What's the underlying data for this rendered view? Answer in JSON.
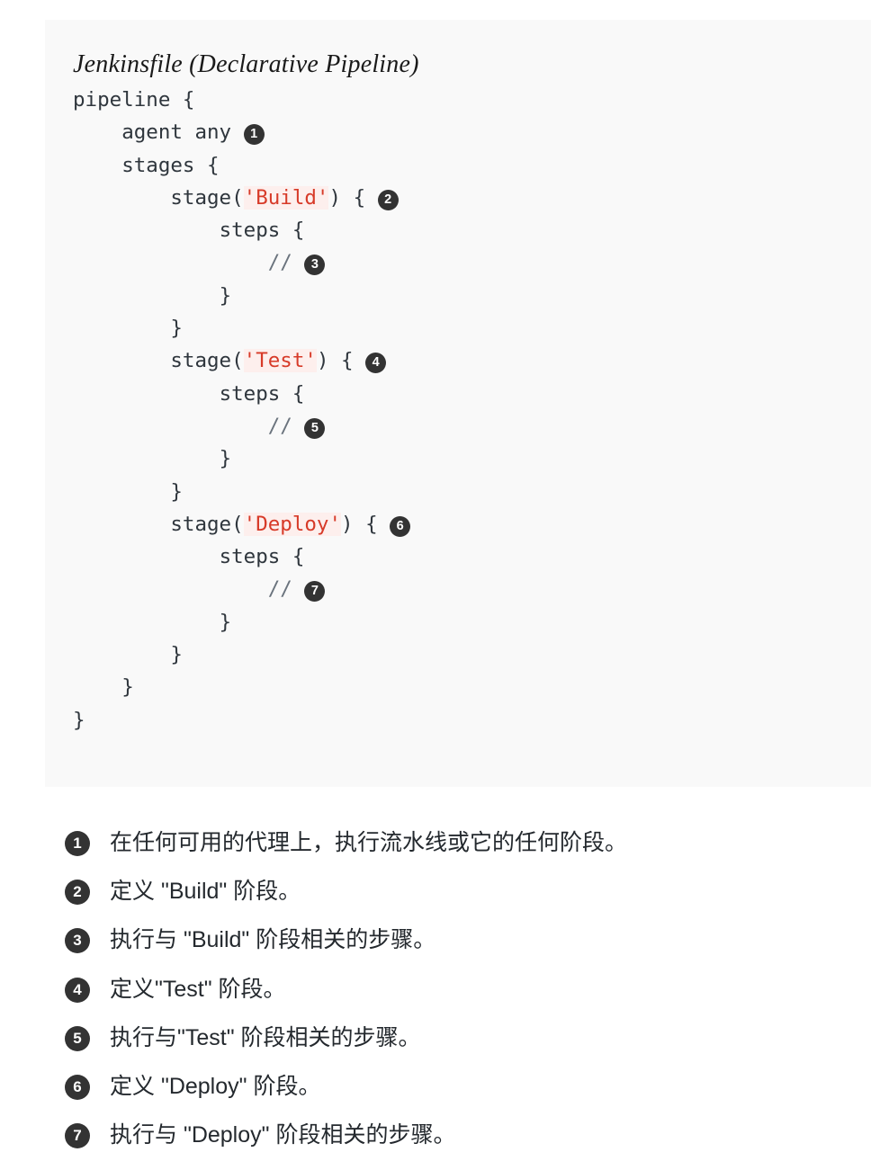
{
  "code_block": {
    "title": "Jenkinsfile (Declarative Pipeline)",
    "background_color": "#f9f9f9",
    "text_color": "#2f363d",
    "string_color": "#d73a28",
    "string_background": "#fdefed",
    "comment_color": "#6a737d",
    "badge_color": "#333333",
    "lines": [
      {
        "indent": 0,
        "parts": [
          {
            "t": "code",
            "v": "pipeline {"
          }
        ]
      },
      {
        "indent": 1,
        "parts": [
          {
            "t": "code",
            "v": "agent any "
          },
          {
            "t": "badge",
            "v": "1"
          }
        ]
      },
      {
        "indent": 1,
        "parts": [
          {
            "t": "code",
            "v": "stages {"
          }
        ]
      },
      {
        "indent": 2,
        "parts": [
          {
            "t": "code",
            "v": "stage("
          },
          {
            "t": "string",
            "v": "'Build'"
          },
          {
            "t": "code",
            "v": ") { "
          },
          {
            "t": "badge",
            "v": "2"
          }
        ]
      },
      {
        "indent": 3,
        "parts": [
          {
            "t": "code",
            "v": "steps {"
          }
        ]
      },
      {
        "indent": 4,
        "parts": [
          {
            "t": "comment",
            "v": "// "
          },
          {
            "t": "badge",
            "v": "3"
          }
        ]
      },
      {
        "indent": 3,
        "parts": [
          {
            "t": "code",
            "v": "}"
          }
        ]
      },
      {
        "indent": 2,
        "parts": [
          {
            "t": "code",
            "v": "}"
          }
        ]
      },
      {
        "indent": 2,
        "parts": [
          {
            "t": "code",
            "v": "stage("
          },
          {
            "t": "string",
            "v": "'Test'"
          },
          {
            "t": "code",
            "v": ") { "
          },
          {
            "t": "badge",
            "v": "4"
          }
        ]
      },
      {
        "indent": 3,
        "parts": [
          {
            "t": "code",
            "v": "steps {"
          }
        ]
      },
      {
        "indent": 4,
        "parts": [
          {
            "t": "comment",
            "v": "// "
          },
          {
            "t": "badge",
            "v": "5"
          }
        ]
      },
      {
        "indent": 3,
        "parts": [
          {
            "t": "code",
            "v": "}"
          }
        ]
      },
      {
        "indent": 2,
        "parts": [
          {
            "t": "code",
            "v": "}"
          }
        ]
      },
      {
        "indent": 2,
        "parts": [
          {
            "t": "code",
            "v": "stage("
          },
          {
            "t": "string",
            "v": "'Deploy'"
          },
          {
            "t": "code",
            "v": ") { "
          },
          {
            "t": "badge",
            "v": "6"
          }
        ]
      },
      {
        "indent": 3,
        "parts": [
          {
            "t": "code",
            "v": "steps {"
          }
        ]
      },
      {
        "indent": 4,
        "parts": [
          {
            "t": "comment",
            "v": "// "
          },
          {
            "t": "badge",
            "v": "7"
          }
        ]
      },
      {
        "indent": 3,
        "parts": [
          {
            "t": "code",
            "v": "}"
          }
        ]
      },
      {
        "indent": 2,
        "parts": [
          {
            "t": "code",
            "v": "}"
          }
        ]
      },
      {
        "indent": 1,
        "parts": [
          {
            "t": "code",
            "v": "}"
          }
        ]
      },
      {
        "indent": 0,
        "parts": [
          {
            "t": "code",
            "v": "}"
          }
        ]
      }
    ]
  },
  "legend": {
    "items": [
      {
        "number": "1",
        "text": "在任何可用的代理上，执行流水线或它的任何阶段。"
      },
      {
        "number": "2",
        "text": "定义 \"Build\" 阶段。"
      },
      {
        "number": "3",
        "text": "执行与 \"Build\" 阶段相关的步骤。"
      },
      {
        "number": "4",
        "text": "定义\"Test\" 阶段。"
      },
      {
        "number": "5",
        "text": "执行与\"Test\" 阶段相关的步骤。"
      },
      {
        "number": "6",
        "text": "定义 \"Deploy\" 阶段。"
      },
      {
        "number": "7",
        "text": "执行与 \"Deploy\" 阶段相关的步骤。"
      }
    ]
  }
}
